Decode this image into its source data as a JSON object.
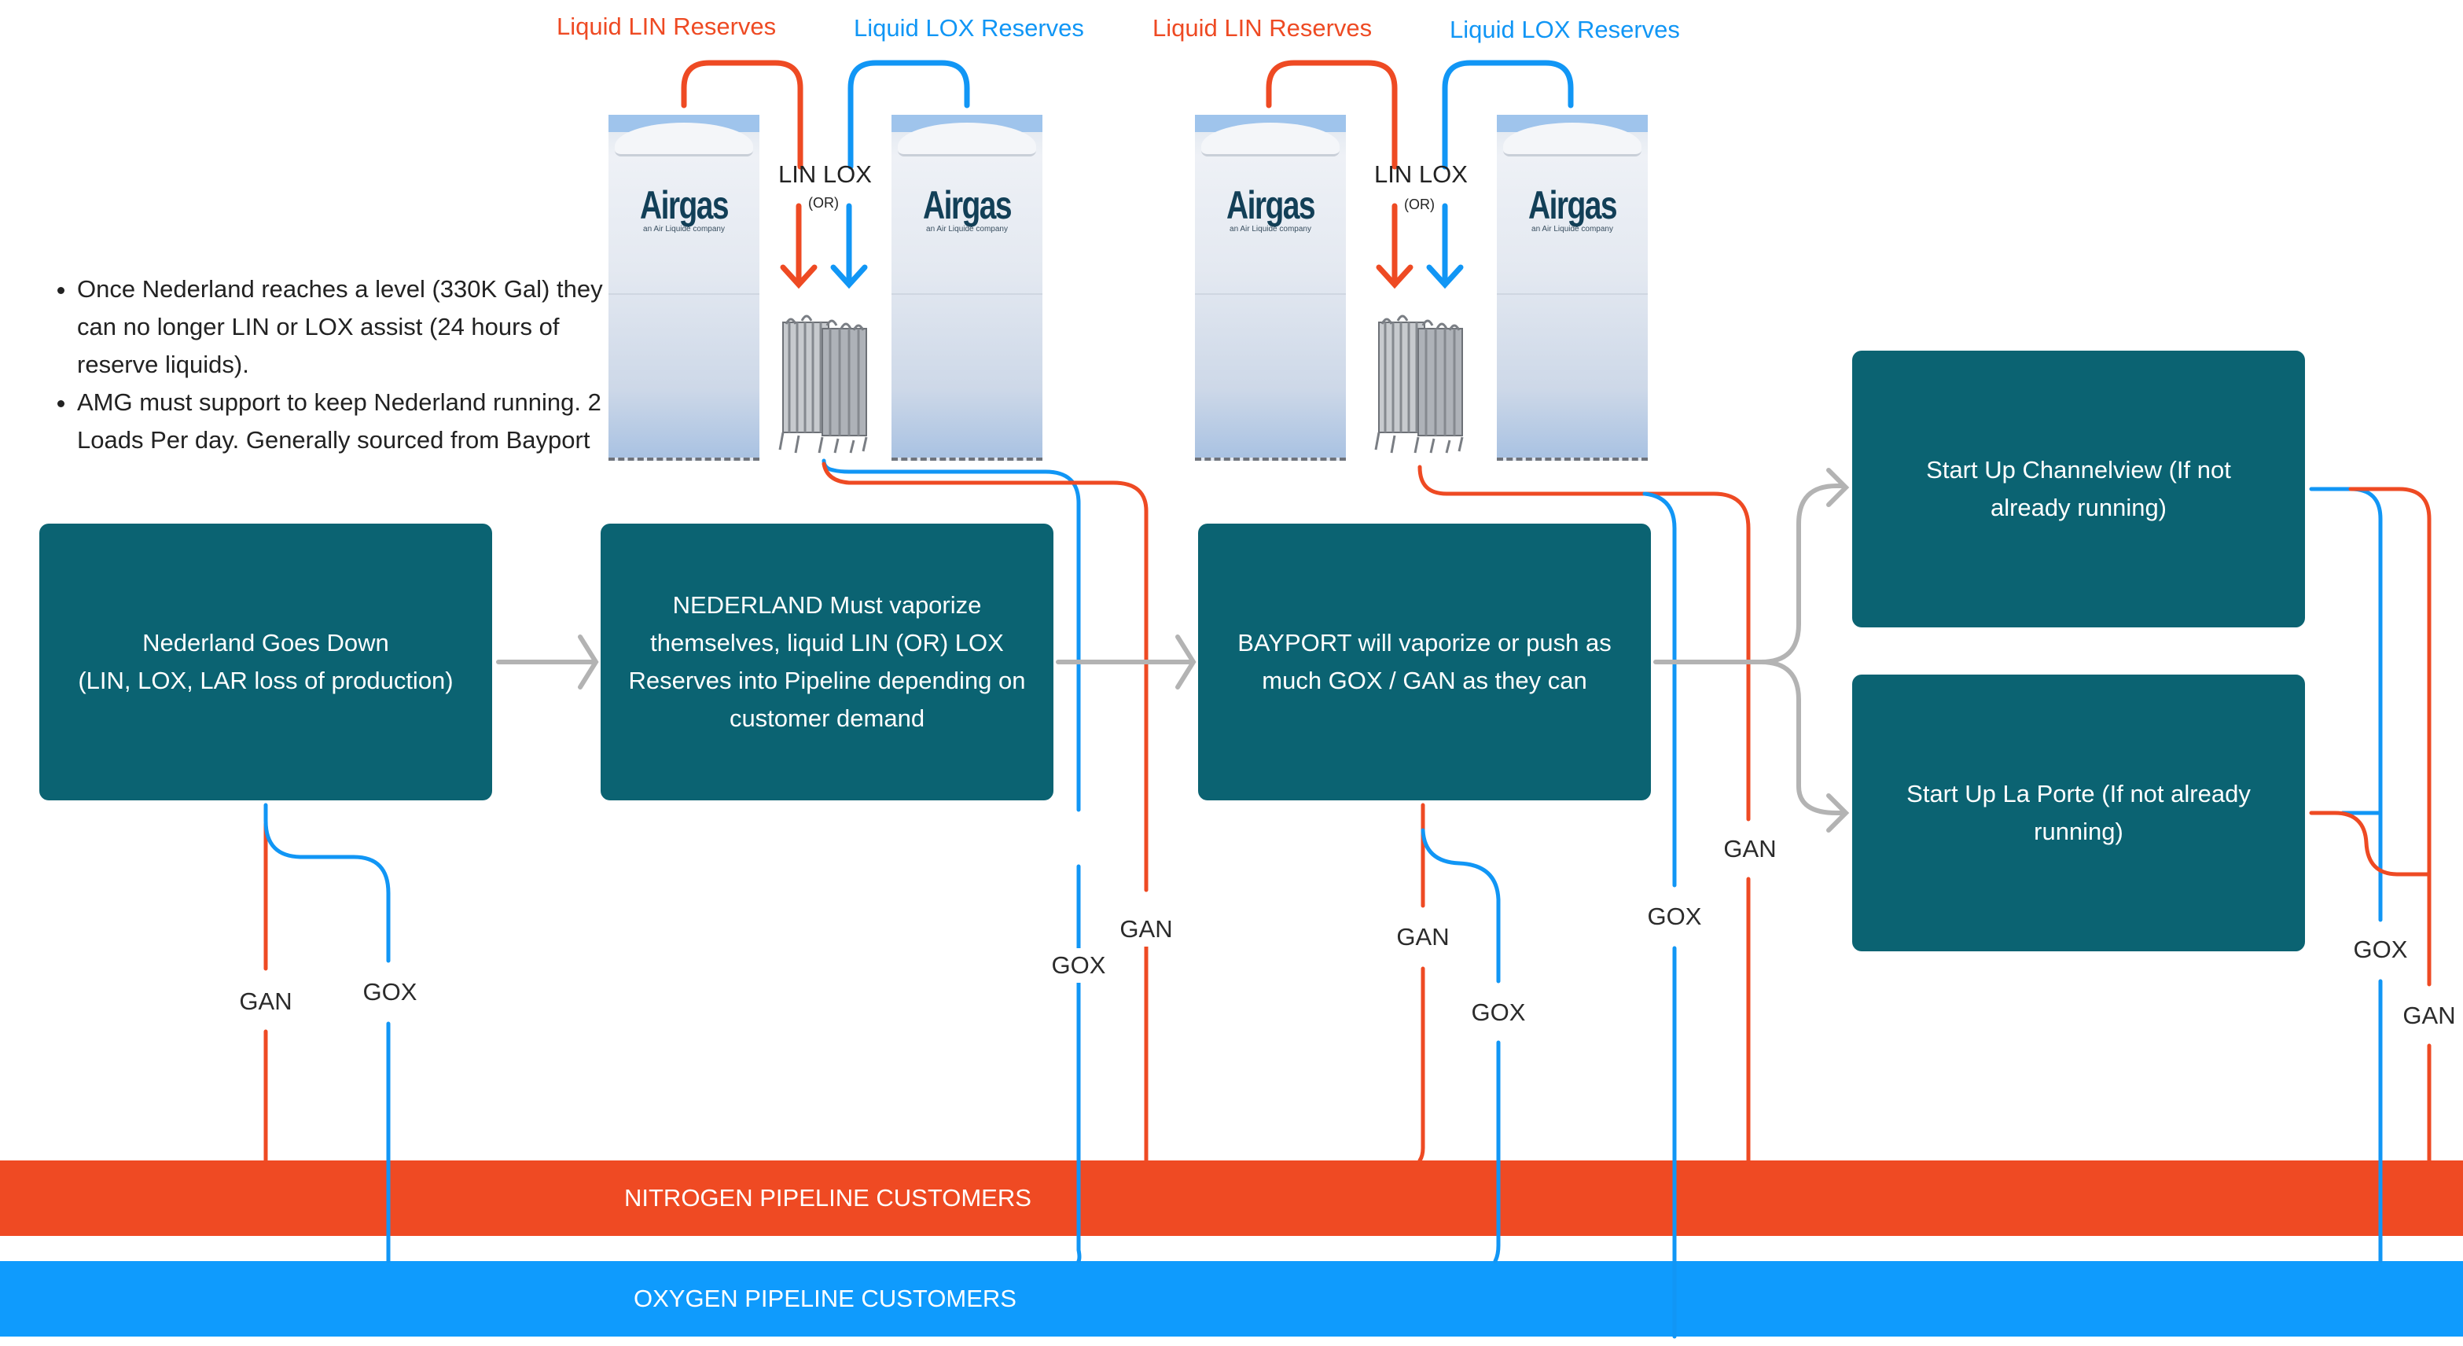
{
  "colors": {
    "nitrogen": "#ee4a23",
    "oxygen": "#1196f5",
    "box": "#0b6372",
    "arrow": "#b3b3b3"
  },
  "notes": [
    "Once Nederland reaches a level (330K Gal) they can no longer LIN or LOX assist (24 hours of reserve liquids).",
    "AMG must support to keep Nederland running. 2 Loads Per day. Generally sourced from Bayport"
  ],
  "reserves": [
    {
      "lin_label": "Liquid LIN Reserves",
      "lox_label": "Liquid LOX Reserves",
      "lin_lox": "LIN LOX",
      "or": "(OR)"
    },
    {
      "lin_label": "Liquid LIN Reserves",
      "lox_label": "Liquid LOX Reserves",
      "lin_lox": "LIN LOX",
      "or": "(OR)"
    }
  ],
  "tank": {
    "brand": "Airgas",
    "tagline": "an Air Liquide company"
  },
  "steps": [
    {
      "id": "nederland-down",
      "text": "Nederland Goes Down\n(LIN, LOX, LAR loss of production)"
    },
    {
      "id": "nederland-vaporize",
      "text": "NEDERLAND Must vaporize themselves, liquid LIN (OR) LOX Reserves into Pipeline depending on customer demand"
    },
    {
      "id": "bayport",
      "text": "BAYPORT will vaporize or push as much GOX / GAN as they can"
    },
    {
      "id": "channelview",
      "text": "Start Up Channelview (If not already running)"
    },
    {
      "id": "laporte",
      "text": "Start Up La Porte (If not already running)"
    }
  ],
  "line_labels": {
    "gan": "GAN",
    "gox": "GOX"
  },
  "pipelines": {
    "nitrogen": "NITROGEN PIPELINE CUSTOMERS",
    "oxygen": "OXYGEN PIPELINE CUSTOMERS"
  }
}
